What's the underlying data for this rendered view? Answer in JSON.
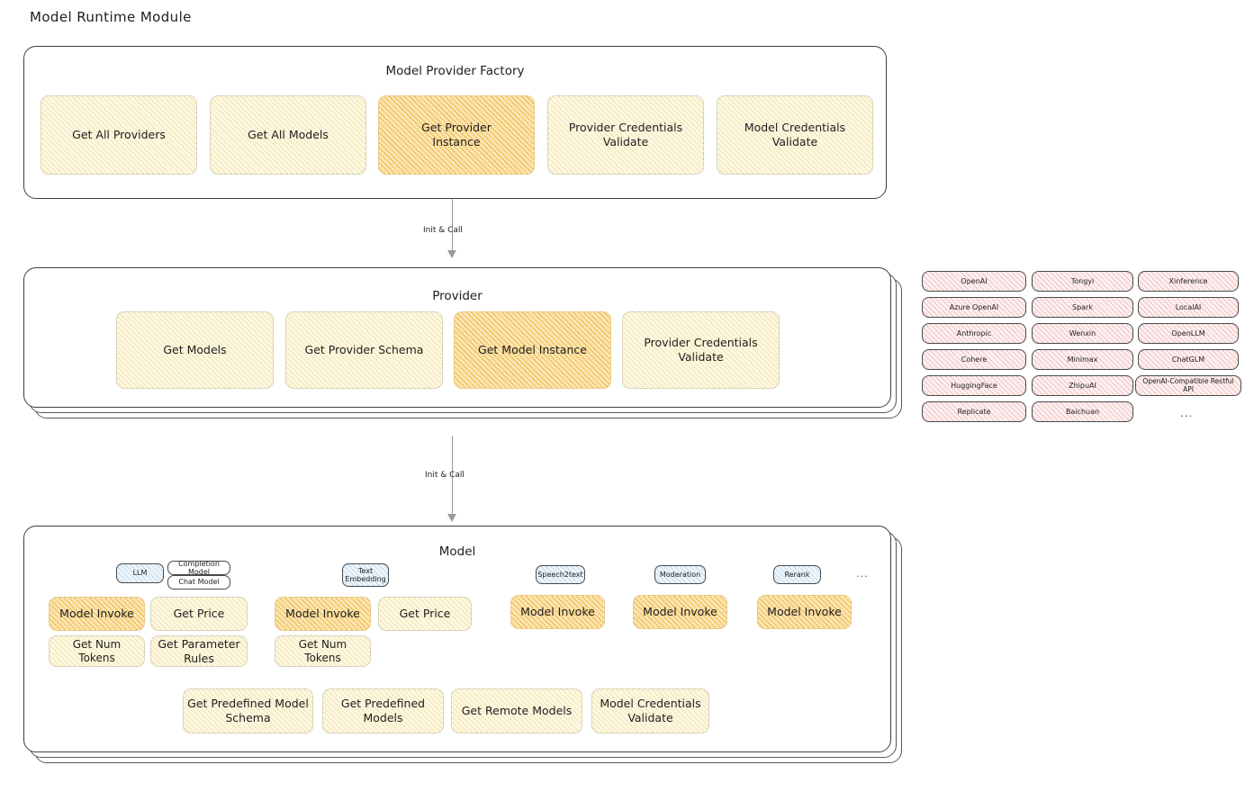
{
  "page": {
    "title": "Model Runtime Module"
  },
  "arrows": [
    {
      "label": "Init & Call"
    },
    {
      "label": "Init & Call"
    }
  ],
  "factory": {
    "title": "Model Provider Factory",
    "nodes": [
      {
        "label": "Get All Providers",
        "highlight": false
      },
      {
        "label": "Get All Models",
        "highlight": false
      },
      {
        "label": "Get Provider Instance",
        "highlight": true
      },
      {
        "label": "Provider Credentials Validate",
        "highlight": false
      },
      {
        "label": "Model Credentials Validate",
        "highlight": false
      }
    ]
  },
  "provider": {
    "title": "Provider",
    "nodes": [
      {
        "label": "Get Models",
        "highlight": false
      },
      {
        "label": "Get Provider Schema",
        "highlight": false
      },
      {
        "label": "Get Model Instance",
        "highlight": true
      },
      {
        "label": "Provider Credentials Validate",
        "highlight": false
      }
    ]
  },
  "provider_list": {
    "columns": [
      [
        "OpenAI",
        "Azure OpenAI",
        "Anthropic",
        "Cohere",
        "HuggingFace",
        "Replicate"
      ],
      [
        "Tongyi",
        "Spark",
        "Wenxin",
        "Minimax",
        "ZhipuAI",
        "Baichuan"
      ],
      [
        "Xinference",
        "LocalAI",
        "OpenLLM",
        "ChatGLM",
        "OpenAI-Compatible Restful API"
      ]
    ],
    "more": "..."
  },
  "model": {
    "title": "Model",
    "more": "...",
    "types": [
      {
        "name": "LLM",
        "sub_pills": [
          "Completion Model",
          "Chat Model"
        ],
        "nodes": [
          {
            "label": "Model Invoke",
            "highlight": true
          },
          {
            "label": "Get Price",
            "highlight": false
          },
          {
            "label": "Get Num Tokens",
            "highlight": false
          },
          {
            "label": "Get Parameter Rules",
            "highlight": false
          }
        ]
      },
      {
        "name": "Text Embedding",
        "sub_pills": [],
        "nodes": [
          {
            "label": "Model Invoke",
            "highlight": true
          },
          {
            "label": "Get Price",
            "highlight": false
          },
          {
            "label": "Get Num Tokens",
            "highlight": false
          }
        ]
      },
      {
        "name": "Speech2text",
        "sub_pills": [],
        "nodes": [
          {
            "label": "Model Invoke",
            "highlight": true
          }
        ]
      },
      {
        "name": "Moderation",
        "sub_pills": [],
        "nodes": [
          {
            "label": "Model Invoke",
            "highlight": true
          }
        ]
      },
      {
        "name": "Rerank",
        "sub_pills": [],
        "nodes": [
          {
            "label": "Model Invoke",
            "highlight": true
          }
        ]
      }
    ],
    "common_nodes": [
      {
        "label": "Get Predefined Model Schema"
      },
      {
        "label": "Get Predefined Models"
      },
      {
        "label": "Get Remote Models"
      },
      {
        "label": "Model Credentials Validate"
      }
    ]
  },
  "colors": {
    "fill_light": "#fdf8e3",
    "fill_strong": "#fbe6b4",
    "fill_pink": "#fdf0f0",
    "fill_blue": "#eef6fc",
    "stroke": "#3f3f3f",
    "arrow": "#9a9a9a"
  }
}
